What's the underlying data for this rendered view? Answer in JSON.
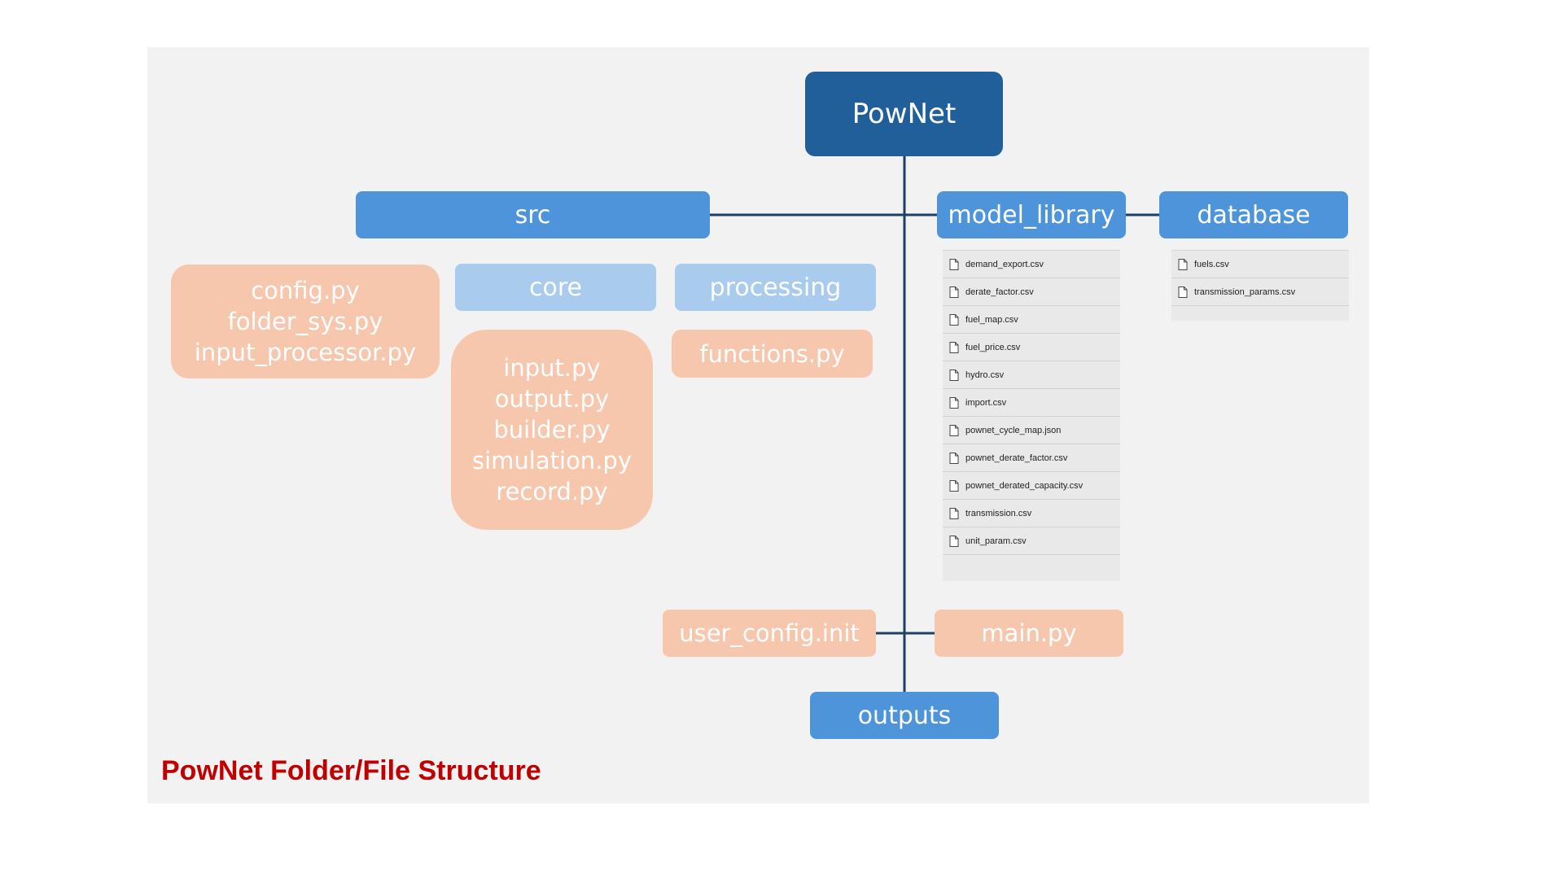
{
  "colors": {
    "root": "#215f9a",
    "folder": "#4d94da",
    "subfolder": "#a9cbee",
    "file": "#f6c6ad",
    "line": "#1f3f66",
    "caption": "#c00000"
  },
  "root": {
    "label": "PowNet"
  },
  "folders": {
    "src": "src",
    "model_library": "model_library",
    "database": "database",
    "outputs": "outputs"
  },
  "subfolders": {
    "core": "core",
    "processing": "processing"
  },
  "src_files": [
    "config.py",
    "folder_sys.py",
    "input_processor.py"
  ],
  "core_files": [
    "input.py",
    "output.py",
    "builder.py",
    "simulation.py",
    "record.py"
  ],
  "processing_files": [
    "functions.py"
  ],
  "root_files": {
    "user_config": "user_config.init",
    "main": "main.py"
  },
  "model_library_files": [
    "demand_export.csv",
    "derate_factor.csv",
    "fuel_map.csv",
    "fuel_price.csv",
    "hydro.csv",
    "import.csv",
    "pownet_cycle_map.json",
    "pownet_derate_factor.csv",
    "pownet_derated_capacity.csv",
    "transmission.csv",
    "unit_param.csv"
  ],
  "database_files": [
    "fuels.csv",
    "transmission_params.csv"
  ],
  "caption": "PowNet Folder/File Structure"
}
